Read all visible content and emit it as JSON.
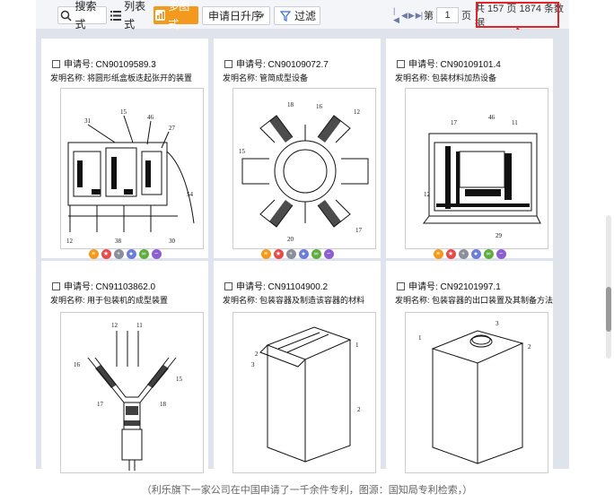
{
  "toolbar": {
    "search_label": "搜索式",
    "list_label": "列表式",
    "multi_label": "多图式",
    "sort_label": "申请日升序",
    "filter_label": "过滤",
    "page_prefix": "第",
    "page_value": "1",
    "page_suffix": "页",
    "page_info": "共 157 页 1874 条数据"
  },
  "cards": [
    {
      "appno": "申请号: CN90109589.3",
      "title": "发明名称: 将圆形纸盒板迭起张开的装置"
    },
    {
      "appno": "申请号: CN90109072.7",
      "title": "发明名称: 管简成型设备"
    },
    {
      "appno": "申请号: CN90109101.4",
      "title": "发明名称: 包装材料加热设备"
    },
    {
      "appno": "申请号: CN91103862.0",
      "title": "发明名称: 用于包装机的成型装置"
    },
    {
      "appno": "申请号: CN91104900.2",
      "title": "发明名称: 包装容器及制造该容器的材料"
    },
    {
      "appno": "申请号: CN92101997.1",
      "title": "发明名称: 包装容器的出口装置及其制备方法"
    }
  ],
  "action_colors": [
    "#f39a1e",
    "#e84a4a",
    "#8a8f99",
    "#6b7fd6",
    "#5dae3f",
    "#8e5fd0"
  ],
  "action_icons": [
    "menu-icon",
    "star-icon",
    "add-icon",
    "user-icon",
    "link-icon",
    "chart-icon"
  ],
  "caption": "（利乐旗下一家公司在中国申请了一千余件专利，图源：国知局专利检索，）"
}
